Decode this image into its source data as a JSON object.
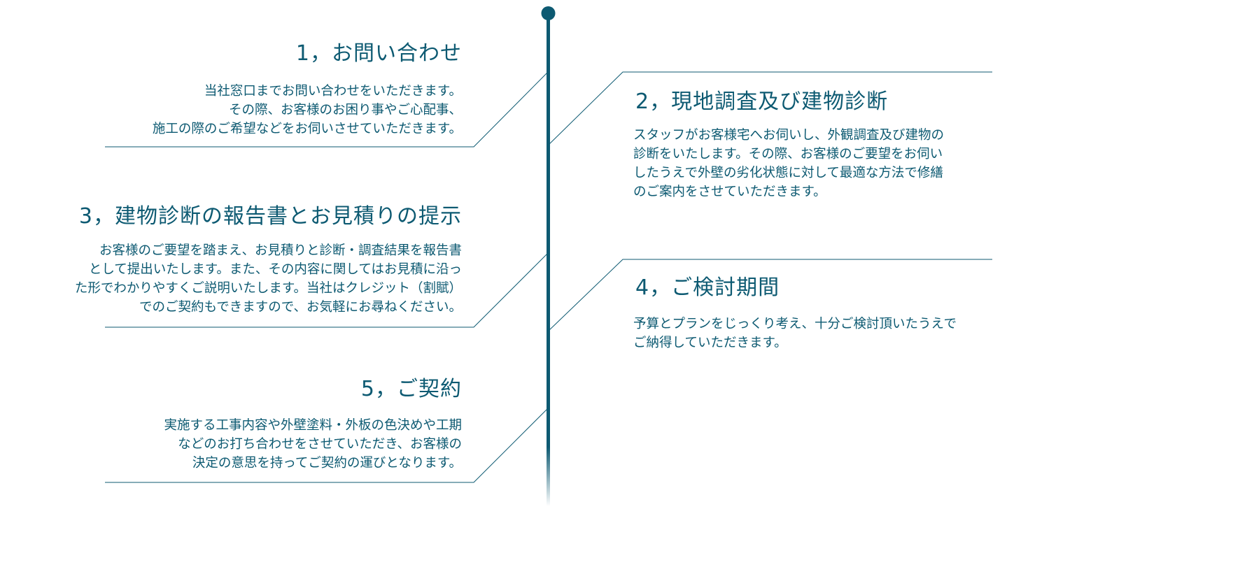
{
  "accent_color": "#0d5a72",
  "steps": [
    {
      "title": "1，お問い合わせ",
      "lines": [
        "当社窓口までお問い合わせをいただきます。",
        "その際、お客様のお困り事やご心配事、",
        "施工の際のご希望などをお伺いさせていただきます。"
      ]
    },
    {
      "title": "2，現地調査及び建物診断",
      "lines": [
        "スタッフがお客様宅へお伺いし、外観調査及び建物の",
        "診断をいたします。その際、お客様のご要望をお伺い",
        "したうえで外壁の劣化状態に対して最適な方法で修繕",
        "のご案内をさせていただきます。"
      ]
    },
    {
      "title": "3，建物診断の報告書とお見積りの提示",
      "lines": [
        "お客様のご要望を踏まえ、お見積りと診断・調査結果を報告書",
        "として提出いたします。また、その内容に関してはお見積に沿っ",
        "た形でわかりやすくご説明いたします。当社はクレジット（割賦）",
        "でのご契約もできますので、お気軽にお尋ねください。"
      ]
    },
    {
      "title": "4，ご検討期間",
      "lines": [
        "予算とプランをじっくり考え、十分ご検討頂いたうえで",
        "ご納得していただきます。"
      ]
    },
    {
      "title": "5，ご契約",
      "lines": [
        "実施する工事内容や外壁塗料・外板の色決めや工期",
        "などのお打ち合わせをさせていただき、お客様の",
        "決定の意思を持ってご契約の運びとなります。"
      ]
    }
  ]
}
